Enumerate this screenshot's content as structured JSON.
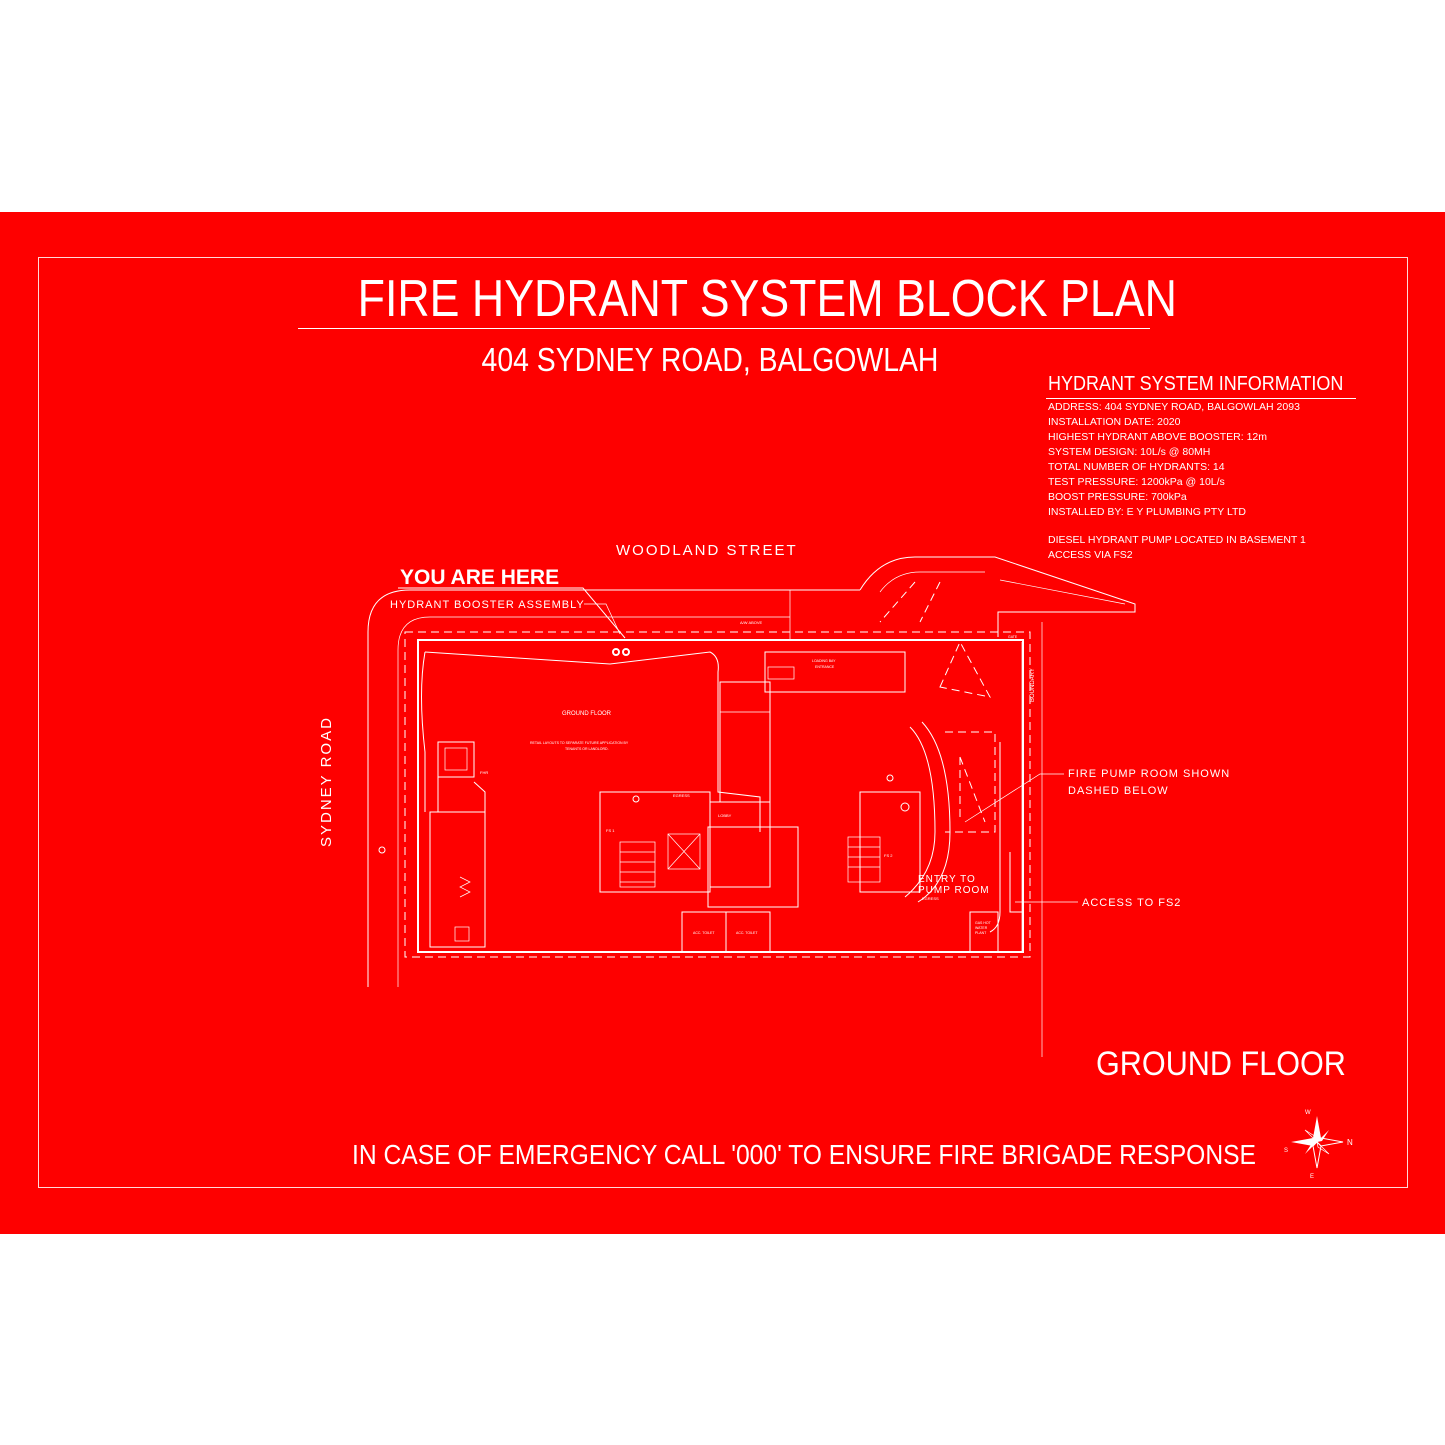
{
  "sign": {
    "title": "FIRE HYDRANT SYSTEM BLOCK PLAN",
    "address": "404 SYDNEY ROAD, BALGOWLAH",
    "background_color": "#fe0000",
    "text_color": "#ffffff"
  },
  "info": {
    "heading": "HYDRANT SYSTEM INFORMATION",
    "lines": [
      "ADDRESS: 404 SYDNEY ROAD, BALGOWLAH 2093",
      "INSTALLATION DATE:  2020",
      "HIGHEST HYDRANT ABOVE BOOSTER: 12m",
      "SYSTEM DESIGN: 10L/s @ 80MH",
      "TOTAL NUMBER OF HYDRANTS: 14",
      "TEST PRESSURE: 1200kPa @ 10L/s",
      "BOOST PRESSURE: 700kPa",
      "INSTALLED BY: E Y PLUMBING PTY LTD"
    ],
    "pump_note": [
      "DIESEL HYDRANT PUMP LOCATED IN BASEMENT 1",
      "ACCESS VIA FS2"
    ]
  },
  "plan": {
    "street_top": "WOODLAND STREET",
    "street_left": "SYDNEY ROAD",
    "you_are_here": "YOU ARE HERE",
    "booster_label": "HYDRANT BOOSTER ASSEMBLY",
    "pump_room_label": [
      "FIRE PUMP ROOM SHOWN",
      "DASHED BELOW"
    ],
    "entry_label": [
      "ENTRY TO",
      "PUMP ROOM"
    ],
    "access_label": "ACCESS TO FS2",
    "boundary_label": "BOUNDARY",
    "room_labels": {
      "ground_floor": "GROUND FLOOR",
      "retail_note_1": "RETAIL LAYOUTS TO SEPARATE FUTURE APPLICATION BY",
      "retail_note_2": "TENANTS OR LANDLORD.",
      "egress": "EGRESS",
      "lobby": "LOBBY",
      "loading_bay": "LOADING BAY",
      "entrance": "ENTRANCE",
      "acc_toilet_1": "ACC. TOILET",
      "acc_toilet_2": "ACC. TOILET",
      "fs1": "FS 1",
      "fs2": "FS 2",
      "gas_hot_water": "GAS HOT",
      "gas_hot_water_2": "WATER",
      "gas_hot_water_3": "PLANT",
      "fhr": "FHR",
      "aw_above": "A/W ABOVE",
      "egress2": "EGRESS",
      "gate": "GATE"
    },
    "line_color": "#ffffff"
  },
  "floor_label": "GROUND FLOOR",
  "emergency": "IN CASE OF EMERGENCY CALL '000' TO ENSURE FIRE BRIGADE RESPONSE",
  "compass": {
    "n": "N",
    "s": "S",
    "e": "E",
    "w": "W"
  }
}
